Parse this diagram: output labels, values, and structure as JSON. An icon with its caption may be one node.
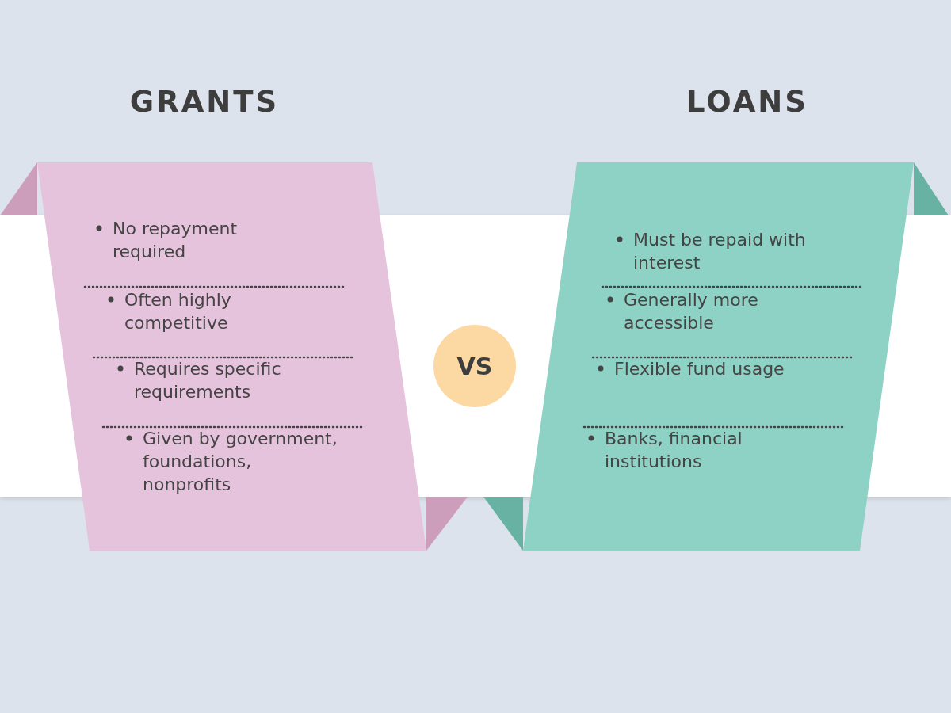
{
  "diagram": {
    "nodes": [
      {
        "text": [
          "GRANTS",
          "No repayment required",
          "Often highly competitive",
          "Requires specific requirements",
          "Given by government, foundations, nonprofits"
        ]
      },
      {
        "text": [
          "VS"
        ]
      },
      {
        "text": [
          "LOANS",
          "Must be repaid with interest",
          "Generally more accessible",
          "Flexible fund usage",
          "Banks, financial institutions"
        ]
      }
    ]
  }
}
